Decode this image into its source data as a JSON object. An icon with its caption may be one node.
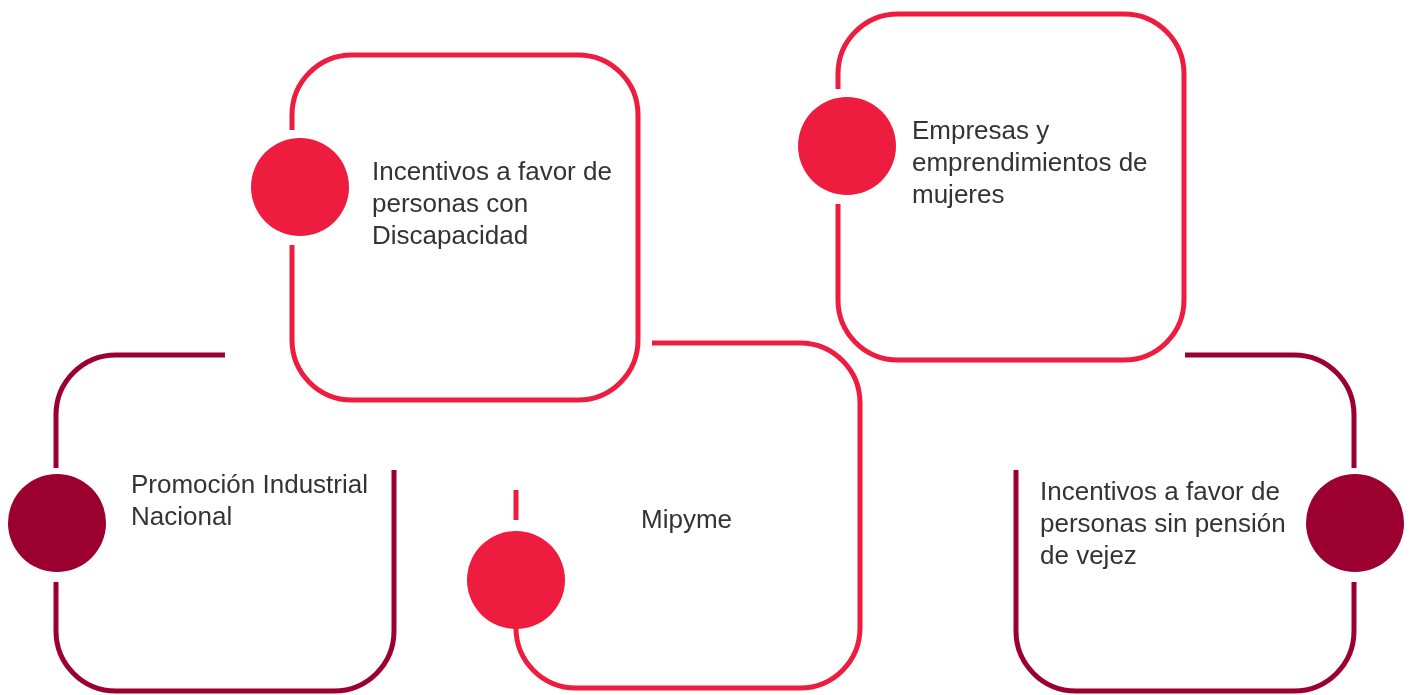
{
  "diagram": {
    "nodes": [
      {
        "text": [
          "Incentivos a favor de personas con Discapacidad"
        ]
      },
      {
        "text": [
          "Empresas y emprendimientos de mujeres"
        ]
      },
      {
        "text": [
          "Promoción Industrial Nacional"
        ]
      },
      {
        "text": [
          "Mipyme"
        ]
      },
      {
        "text": [
          "Incentivos a favor de personas sin pensión de vejez"
        ]
      }
    ]
  }
}
